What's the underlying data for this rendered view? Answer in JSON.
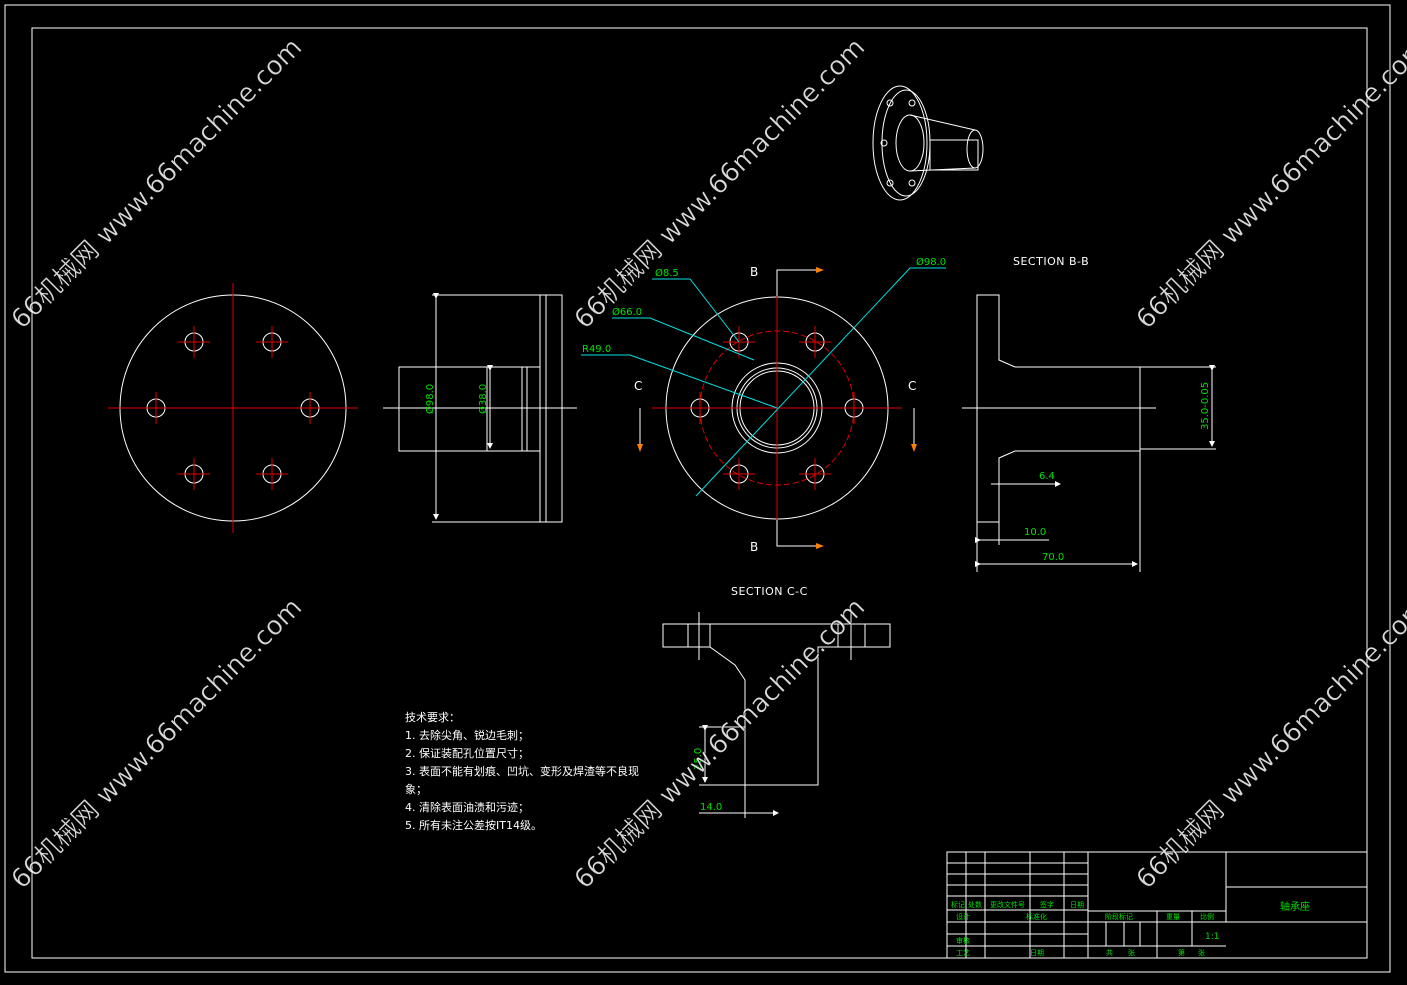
{
  "dimensions": {
    "bolt_hole_dia": "Ø8.5",
    "bolt_circle_dia": "Ø66.0",
    "inner_radius": "R49.0",
    "flange_dia": "Ø98.0",
    "side_outer_dia": "Ø98.0",
    "side_shaft_dia": "Ø38.0",
    "shaft_dia_tol": "35.0-0.05",
    "flange_thickness": "6.4",
    "flange_width": "10.0",
    "overall_length": "70.0",
    "cc_height": "25.0",
    "cc_width": "14.0"
  },
  "labels": {
    "section_bb_title": "SECTION B-B",
    "section_cc_title": "SECTION C-C",
    "b": "B",
    "c": "C"
  },
  "notes": {
    "title": "技术要求：",
    "items": [
      "1. 去除尖角、锐边毛刺；",
      "2. 保证装配孔位置尺寸；",
      "3. 表面不能有划痕、凹坑、变形及焊渣等不良现",
      "象；",
      "4. 清除表面油渍和污迹；",
      "5. 所有未注公差按IT14级。"
    ]
  },
  "title_block": {
    "part_name": "轴承座",
    "scale": "1:1",
    "row_labels": [
      "标记",
      "处数",
      "更改文件号",
      "签字",
      "日期"
    ],
    "design": "设计",
    "standard": "标准化",
    "check": "审核",
    "process": "工艺",
    "date": "日期",
    "stage_mark": "阶段标记",
    "weight": "重量",
    "ratio": "比例",
    "total": "共",
    "sheet": "张",
    "page_of": "第",
    "page": "张"
  },
  "watermark": {
    "text": "66机械网 www.66machine.com"
  },
  "colors": {
    "background": "#000000",
    "lines": "#ffffff",
    "centerlines": "#e00000",
    "leaders": "#00e0e0",
    "dimensions": "#00e000",
    "arrows": "#ff8000"
  }
}
